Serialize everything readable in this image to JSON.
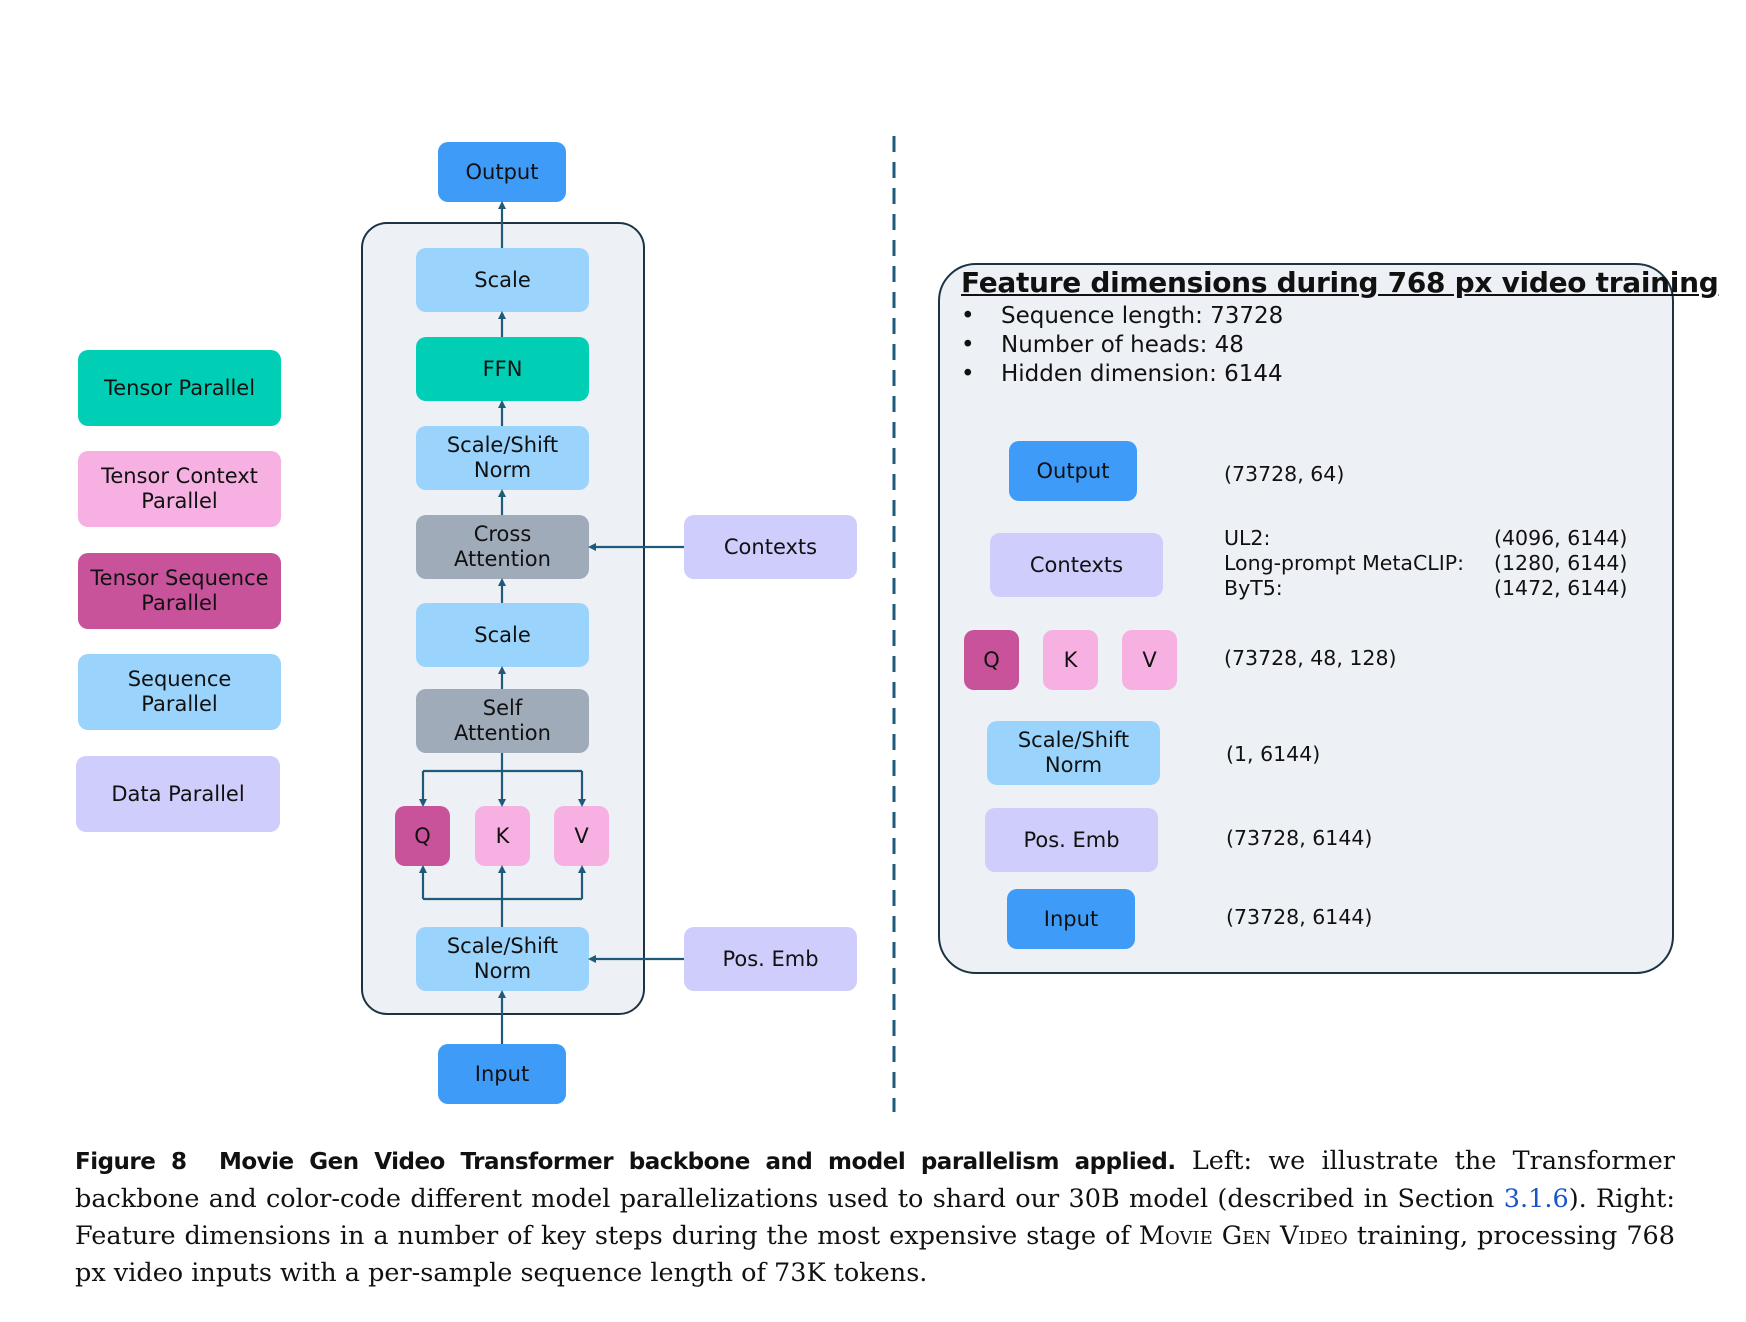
{
  "legend": {
    "items": [
      {
        "label": "Tensor Parallel",
        "color": "#00cfb6"
      },
      {
        "label": "Tensor Context\nParallel",
        "color": "#f7b0e2"
      },
      {
        "label": "Tensor Sequence\nParallel",
        "color": "#c9539b"
      },
      {
        "label": "Sequence\nParallel",
        "color": "#9ad3fc"
      },
      {
        "label": "Data Parallel",
        "color": "#cfcdfb"
      }
    ]
  },
  "backbone": {
    "output": "Output",
    "scale_top": "Scale",
    "ffn": "FFN",
    "scale_shift_norm_top": "Scale/Shift\nNorm",
    "cross_attention": "Cross\nAttention",
    "scale_mid": "Scale",
    "self_attention": "Self\nAttention",
    "q": "Q",
    "k": "K",
    "v": "V",
    "scale_shift_norm_bottom": "Scale/Shift\nNorm",
    "input": "Input",
    "contexts": "Contexts",
    "pos_emb": "Pos. Emb"
  },
  "feature_dims": {
    "title": "Feature dimensions during 768 px video training",
    "bullets": [
      "Sequence length: 73728",
      "Number of heads: 48",
      "Hidden dimension: 6144"
    ],
    "rows": {
      "output": {
        "label": "Output",
        "dims": "(73728, 64)"
      },
      "contexts": {
        "label": "Contexts",
        "entries": [
          {
            "name": "UL2:",
            "dims": "(4096, 6144)"
          },
          {
            "name": "Long-prompt MetaCLIP:",
            "dims": "(1280, 6144)"
          },
          {
            "name": "ByT5:",
            "dims": "(1472, 6144)"
          }
        ]
      },
      "qkv": {
        "q": "Q",
        "k": "K",
        "v": "V",
        "dims": "(73728, 48, 128)"
      },
      "scale_shift_norm": {
        "label": "Scale/Shift\nNorm",
        "dims": "(1, 6144)"
      },
      "pos_emb": {
        "label": "Pos. Emb",
        "dims": "(73728, 6144)"
      },
      "input": {
        "label": "Input",
        "dims": "(73728, 6144)"
      }
    }
  },
  "caption": {
    "figure_label": "Figure 8",
    "bold_title": "Movie Gen Video Transformer backbone and model parallelism applied.",
    "text_part1": " Left: we illustrate the Transformer backbone and color-code different model parallelizations used to shard our 30B model (described in Section ",
    "section_link": "3.1.6",
    "text_part2": "). Right: Feature dimensions in a number of key steps during the most expensive stage of ",
    "smallcaps": "Movie Gen Video",
    "text_part3": " training, processing 768 px video inputs with a per-sample sequence length of 73K tokens."
  },
  "colors": {
    "arrow": "#1f5a7a",
    "panel_border": "#1c3344",
    "panel_fill": "#edf0f5"
  }
}
